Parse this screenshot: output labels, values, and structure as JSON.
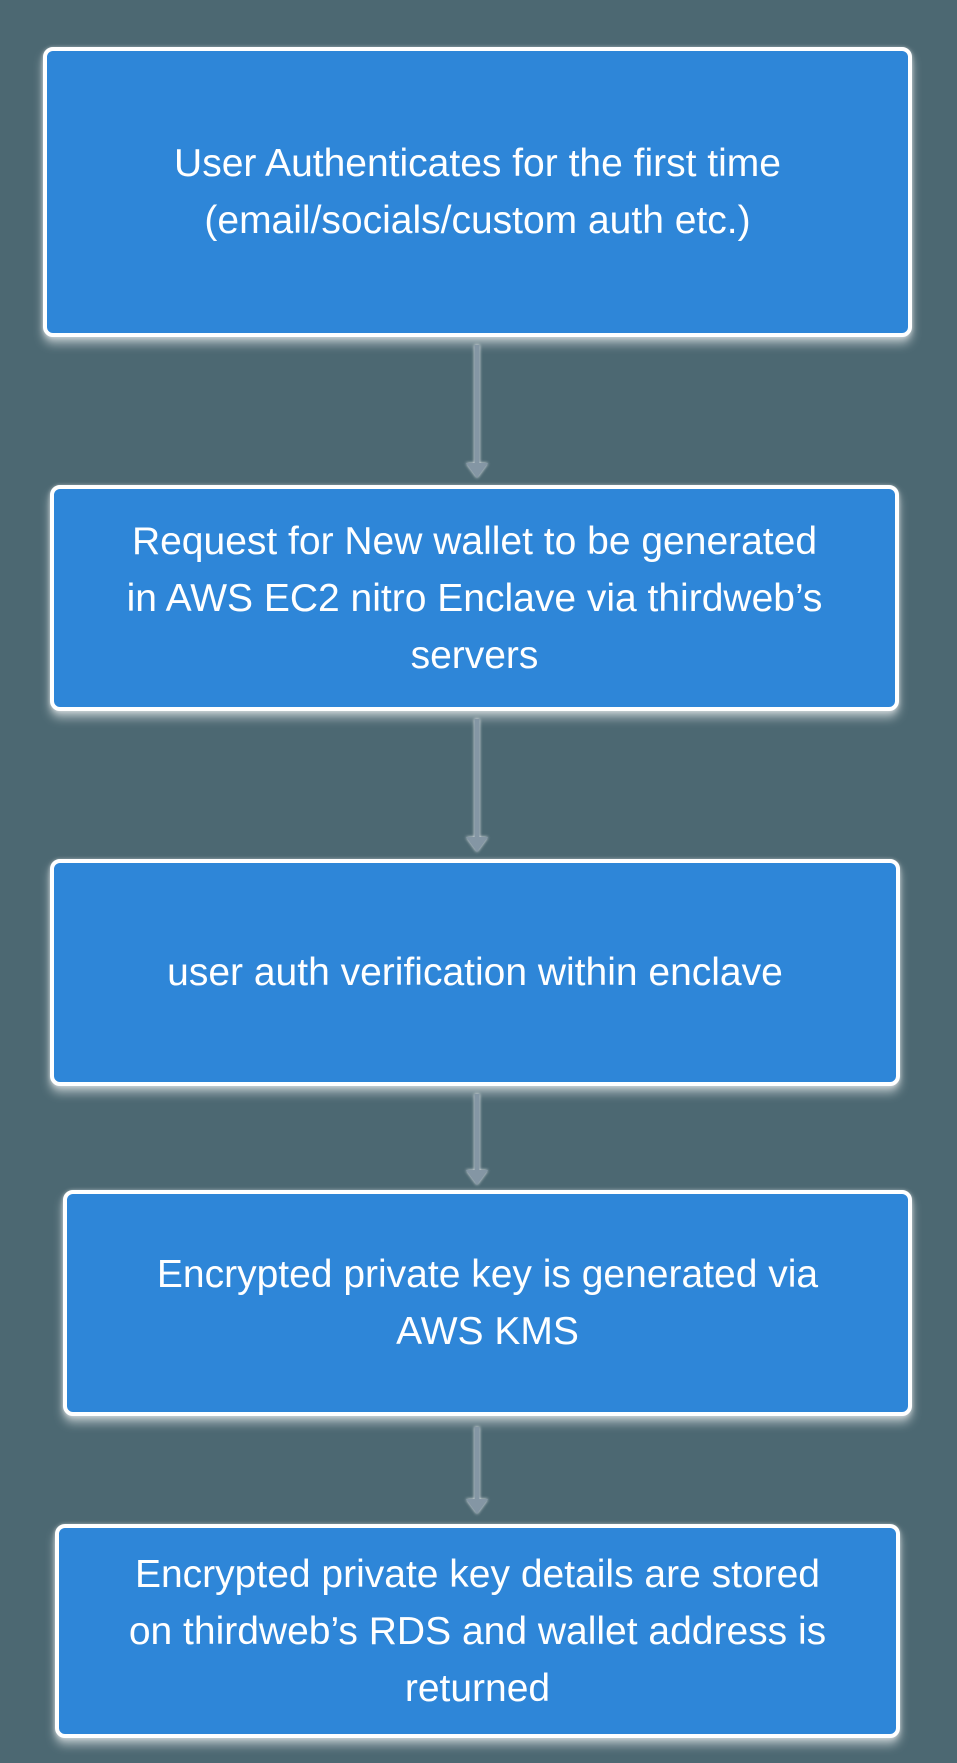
{
  "diagram": {
    "type": "flowchart",
    "background_color": "#4C6872",
    "node_fill_color": "#2E86D8",
    "node_border_color": "#FFFFFF",
    "node_text_color": "#FFFFFF",
    "arrow_color": "#8496A4",
    "nodes": [
      {
        "lines": [
          "User Authenticates for the first time",
          "(email/socials/custom auth etc.)"
        ]
      },
      {
        "lines": [
          "Request for New wallet to be generated",
          "in AWS EC2 nitro Enclave via thirdweb’s",
          "servers"
        ]
      },
      {
        "lines": [
          "user auth verification within enclave"
        ]
      },
      {
        "lines": [
          "Encrypted private key is generated via",
          "AWS KMS"
        ]
      },
      {
        "lines": [
          "Encrypted private key details are stored",
          "on thirdweb’s RDS and wallet address is",
          "returned"
        ]
      }
    ],
    "connectors": [
      {
        "from_step": 1,
        "to_step": 2,
        "direction": "down"
      },
      {
        "from_step": 2,
        "to_step": 3,
        "direction": "down"
      },
      {
        "from_step": 3,
        "to_step": 4,
        "direction": "down"
      },
      {
        "from_step": 4,
        "to_step": 5,
        "direction": "down"
      }
    ]
  }
}
